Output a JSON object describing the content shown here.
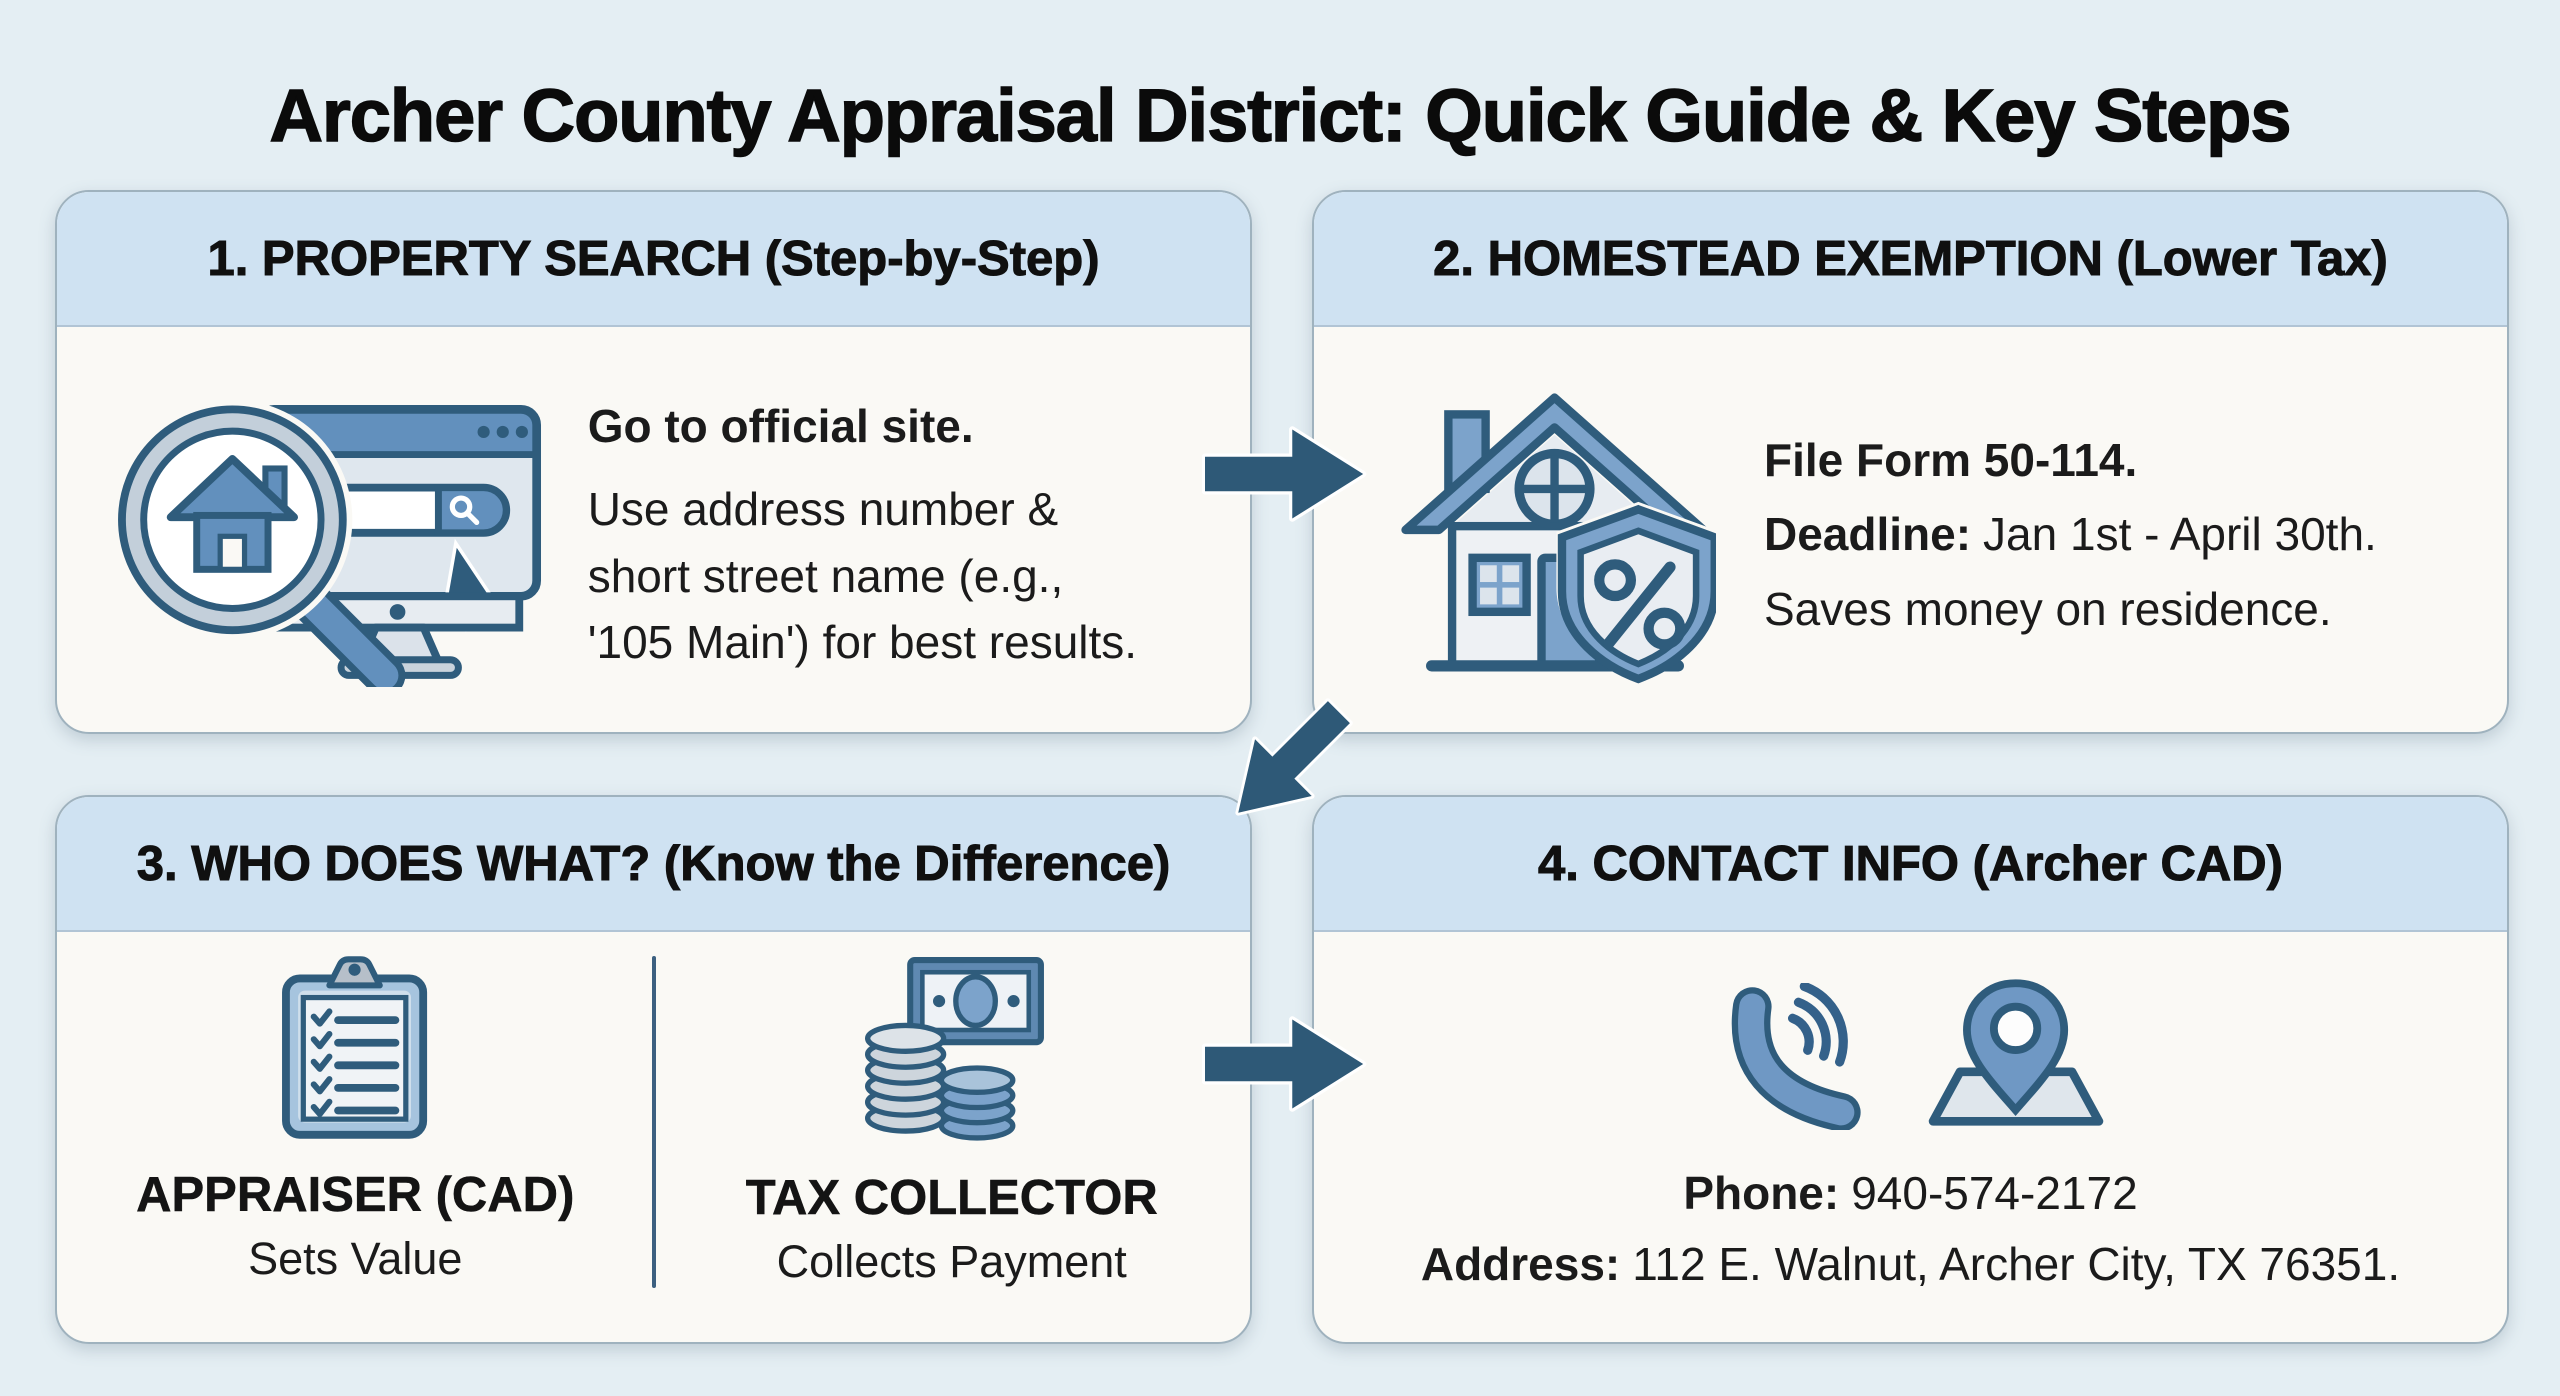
{
  "title": "Archer County Appraisal District: Quick Guide & Key Steps",
  "colors": {
    "page_bg": "#e4eef3",
    "card_bg": "#faf9f5",
    "header_bg": "#cfe2f2",
    "outline_dark": "#2f5c7c",
    "icon_blue": "#6290bd",
    "icon_light": "#d9e2ea",
    "arrow": "#2e5977",
    "text": "#141414"
  },
  "icons": {
    "property_search": "house-search-monitor-icon",
    "homestead": "house-shield-percent-icon",
    "appraiser": "clipboard-checklist-icon",
    "collector": "cash-coins-icon",
    "phone": "phone-handset-icon",
    "address": "map-pin-icon",
    "flow": [
      "arrow-right-icon",
      "arrow-down-left-icon",
      "arrow-right-icon"
    ]
  },
  "cards": {
    "property_search": {
      "header": "1. PROPERTY SEARCH (Step-by-Step)",
      "lead": "Go to official site.",
      "body_lines": [
        "Use address number &",
        "short street name (e.g.,",
        "'105 Main') for best results."
      ]
    },
    "homestead_exemption": {
      "header": "2. HOMESTEAD EXEMPTION (Lower Tax)",
      "lead": "File Form 50-114.",
      "deadline_label": "Deadline:",
      "deadline_value": "Jan 1st - April 30th.",
      "note": "Saves money on residence."
    },
    "who_does_what": {
      "header": "3. WHO DOES WHAT? (Know the Difference)",
      "appraiser": {
        "title": "APPRAISER (CAD)",
        "subtitle": "Sets Value"
      },
      "collector": {
        "title": "TAX COLLECTOR",
        "subtitle": "Collects Payment"
      }
    },
    "contact_info": {
      "header": "4. CONTACT INFO (Archer CAD)",
      "phone_label": "Phone:",
      "phone_value": "940-574-2172",
      "address_label": "Address:",
      "address_value": "112 E. Walnut, Archer City, TX 76351."
    }
  }
}
